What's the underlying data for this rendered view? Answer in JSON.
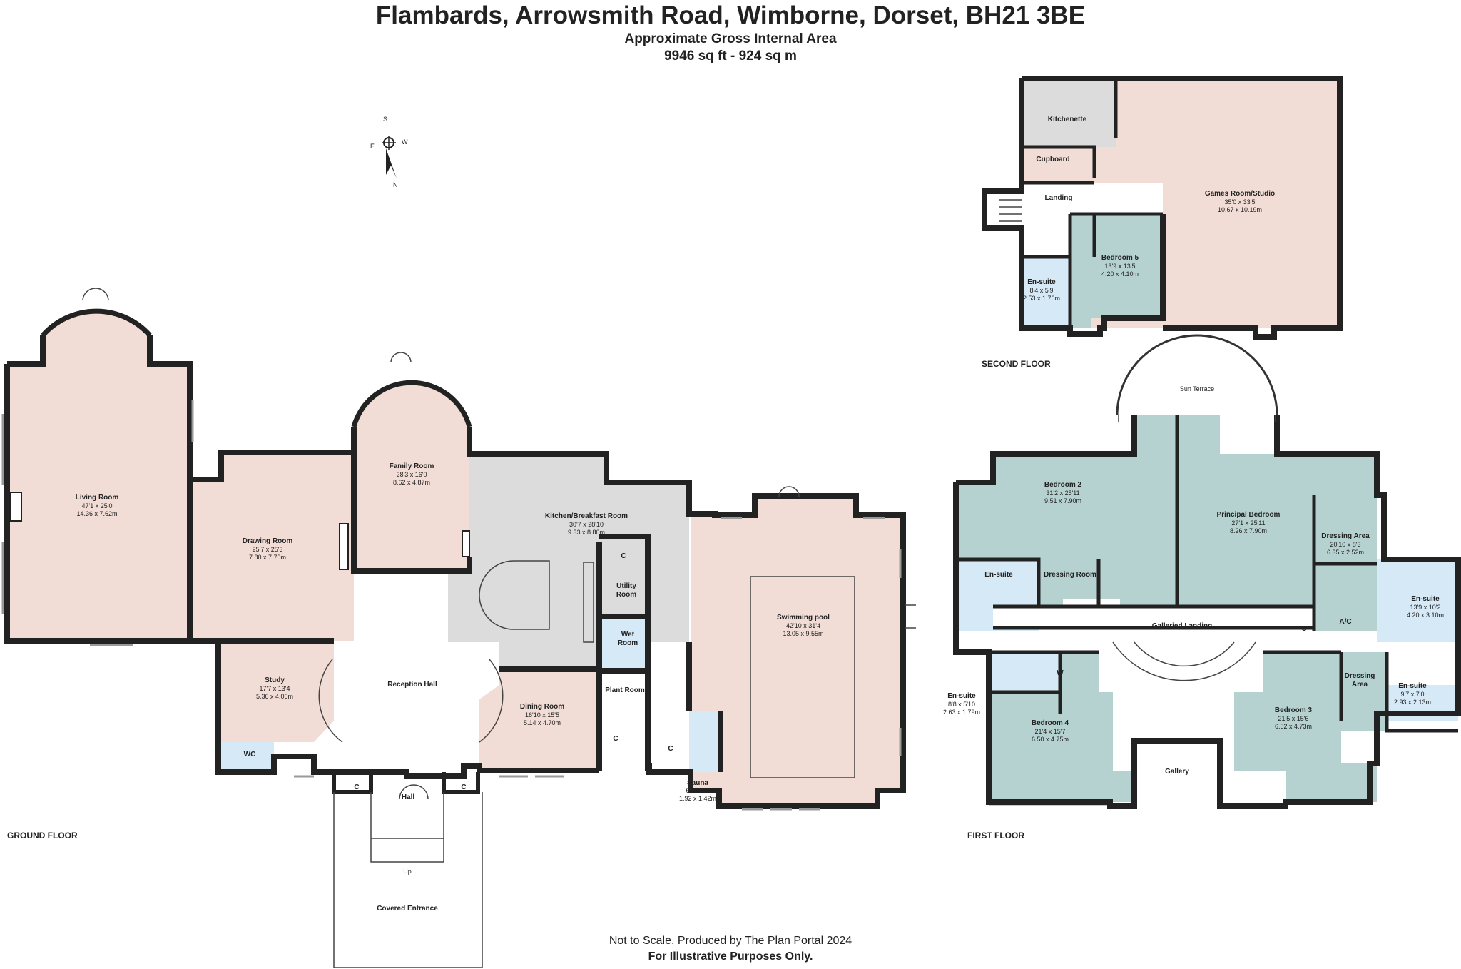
{
  "header": {
    "title": "Flambards, Arrowsmith Road, Wimborne, Dorset, BH21 3BE",
    "area_label": "Approximate Gross Internal Area",
    "area_value": "9946 sq ft - 924 sq m"
  },
  "compass": {
    "n": "N",
    "s": "S",
    "e": "E",
    "w": "W"
  },
  "floors": {
    "ground": "GROUND FLOOR",
    "first": "FIRST FLOOR",
    "second": "SECOND FLOOR"
  },
  "rooms": {
    "living": {
      "name": "Living Room",
      "imp": "47'1 x 25'0",
      "met": "14.36 x 7.62m"
    },
    "drawing": {
      "name": "Drawing Room",
      "imp": "25'7 x 25'3",
      "met": "7.80 x 7.70m"
    },
    "family": {
      "name": "Family Room",
      "imp": "28'3 x 16'0",
      "met": "8.62 x 4.87m"
    },
    "kitchen": {
      "name": "Kitchen/Breakfast Room",
      "imp": "30'7 x 28'10",
      "met": "9.33 x 8.80m"
    },
    "utility": {
      "name1": "Utility",
      "name2": "Room"
    },
    "wet": {
      "name1": "Wet",
      "name2": "Room"
    },
    "plant": {
      "name": "Plant Room"
    },
    "dining": {
      "name": "Dining Room",
      "imp": "16'10 x 15'5",
      "met": "5.14 x 4.70m"
    },
    "study": {
      "name": "Study",
      "imp": "17'7 x 13'4",
      "met": "5.36 x 4.06m"
    },
    "wc": {
      "name": "WC"
    },
    "reception": {
      "name": "Reception Hall"
    },
    "hall": {
      "name": "Hall"
    },
    "up": {
      "name": "Up"
    },
    "covered": {
      "name": "Covered Entrance"
    },
    "pool": {
      "name": "Swimming pool",
      "imp": "42'10 x 31'4",
      "met": "13.05 x 9.55m"
    },
    "sauna": {
      "name": "Sauna",
      "imp": "6'4 x 4'8",
      "met": "1.92 x 1.42m"
    },
    "cupboard_c": {
      "name": "C"
    },
    "bedroom2": {
      "name": "Bedroom 2",
      "imp": "31'2 x 25'11",
      "met": "9.51 x 7.90m"
    },
    "principal": {
      "name": "Principal Bedroom",
      "imp": "27'1 x 25'11",
      "met": "8.26 x 7.90m"
    },
    "dressing_area": {
      "name": "Dressing Area",
      "imp": "20'10 x 8'3",
      "met": "6.35 x 2.52m"
    },
    "ensuite_a": {
      "name": "En-suite",
      "imp": "13'9 x 10'2",
      "met": "4.20 x 3.10m"
    },
    "ensuite_b2": {
      "name": "En-suite"
    },
    "dressing_room": {
      "name": "Dressing Room"
    },
    "sun_terrace": {
      "name": "Sun Terrace"
    },
    "galleried": {
      "name": "Galleried Landing"
    },
    "ensuite_b4": {
      "name": "En-suite",
      "imp": "8'8 x 5'10",
      "met": "2.63 x 1.79m"
    },
    "w": {
      "name": "W"
    },
    "bedroom4": {
      "name": "Bedroom 4",
      "imp": "21'4 x 15'7",
      "met": "6.50 x 4.75m"
    },
    "gallery": {
      "name": "Gallery"
    },
    "bedroom3": {
      "name": "Bedroom 3",
      "imp": "21'5 x 15'6",
      "met": "6.52 x 4.73m"
    },
    "dressing_area2": {
      "name1": "Dressing",
      "name2": "Area"
    },
    "ensuite_b3": {
      "name": "En-suite",
      "imp": "9'7 x 7'0",
      "met": "2.93 x 2.13m"
    },
    "ac": {
      "name": "A/C"
    },
    "kitchenette": {
      "name": "Kitchenette"
    },
    "cupboard": {
      "name": "Cupboard"
    },
    "landing": {
      "name": "Landing"
    },
    "games": {
      "name": "Games Room/Studio",
      "imp": "35'0 x 33'5",
      "met": "10.67 x 10.19m"
    },
    "bedroom5": {
      "name": "Bedroom 5",
      "imp": "13'9 x 13'5",
      "met": "4.20 x 4.10m"
    },
    "ensuite_b5": {
      "name": "En-suite",
      "imp": "8'4 x 5'9",
      "met": "2.53 x 1.76m"
    }
  },
  "footer": {
    "line1": "Not to Scale. Produced by The Plan Portal 2024",
    "line2": "For Illustrative Purposes Only."
  }
}
